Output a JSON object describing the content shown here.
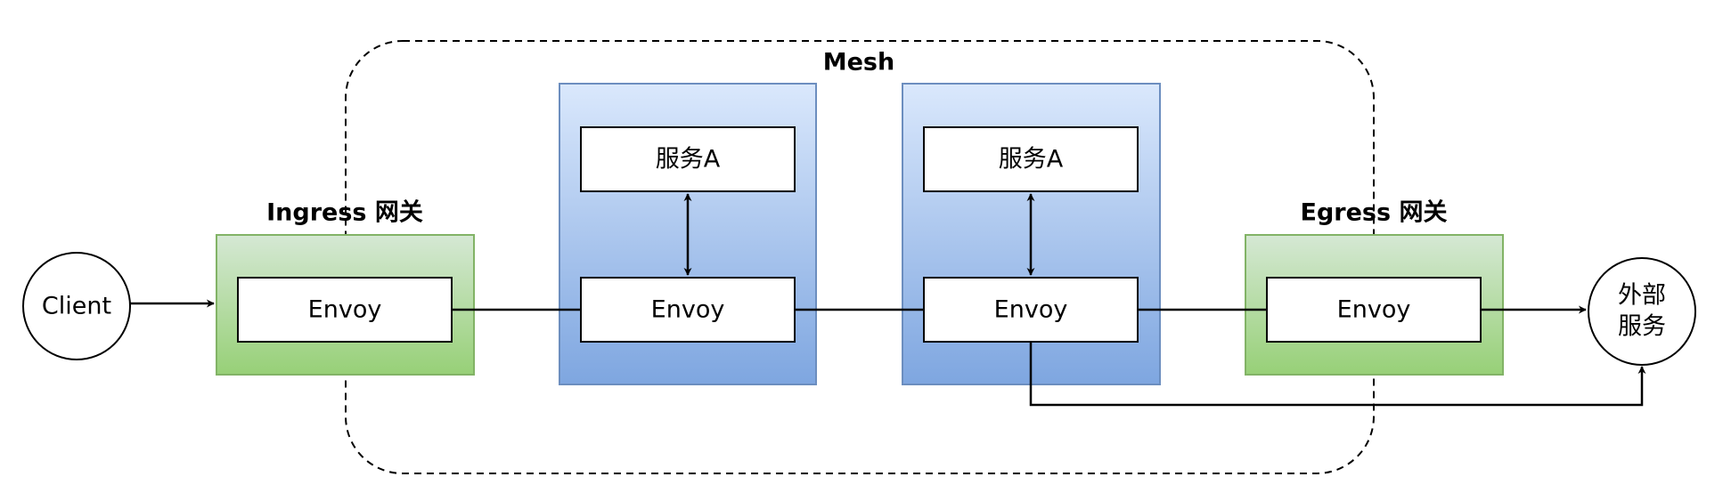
{
  "mesh": {
    "label": "Mesh"
  },
  "ingress": {
    "label": "Ingress 网关",
    "envoy_label": "Envoy"
  },
  "service_pod_1": {
    "service_label": "服务A",
    "envoy_label": "Envoy"
  },
  "service_pod_2": {
    "service_label": "服务A",
    "envoy_label": "Envoy"
  },
  "egress": {
    "label": "Egress 网关",
    "envoy_label": "Envoy"
  },
  "client": {
    "label": "Client"
  },
  "external_service": {
    "label_line1": "外部",
    "label_line2": "服务"
  },
  "colors": {
    "gateway_fill_top": "#d5e8d4",
    "gateway_fill_bottom": "#97d077",
    "gateway_stroke": "#82b366",
    "pod_fill_top": "#dae8fc",
    "pod_fill_bottom": "#7ea6e0",
    "pod_stroke": "#6c8ebf",
    "line": "#000000"
  }
}
